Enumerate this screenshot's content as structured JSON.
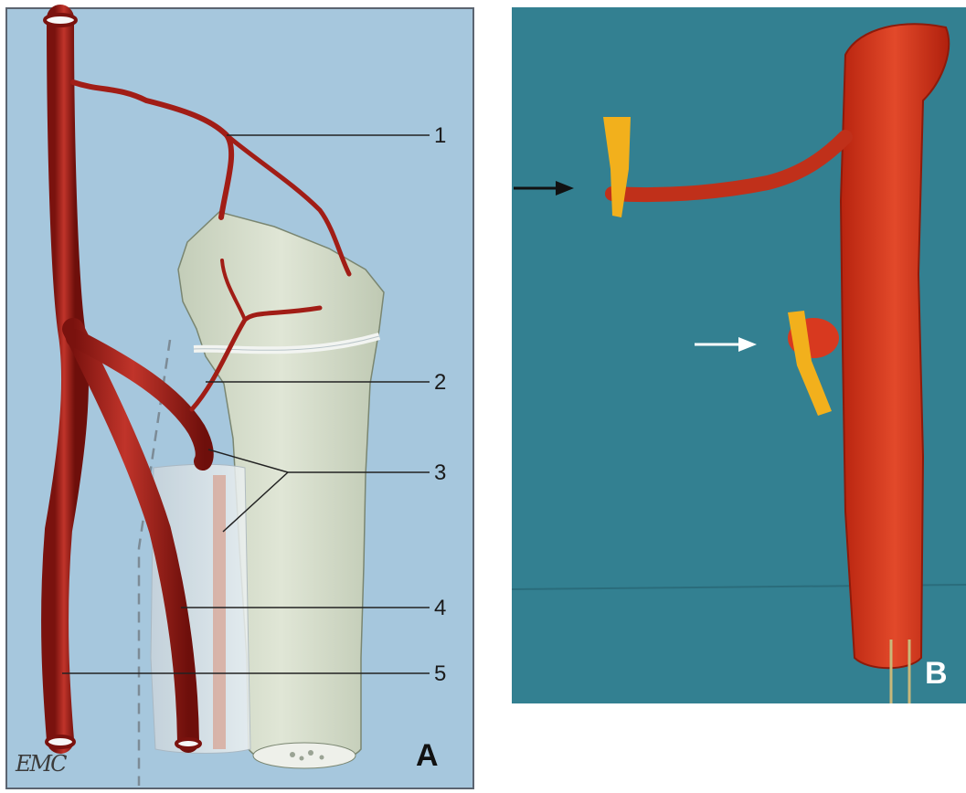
{
  "figure": {
    "panel_a": {
      "letter": "A",
      "logo": "EMC",
      "callouts": [
        "1",
        "2",
        "3",
        "4",
        "5"
      ]
    },
    "panel_b": {
      "letter": "B"
    }
  },
  "colors": {
    "background_a": "#a6c7dd",
    "artery": "#a11d16",
    "bone": "#d5dccb",
    "drape": "#2f7b8d",
    "tissue": "#d3311b",
    "clip": "#f2b01c"
  }
}
